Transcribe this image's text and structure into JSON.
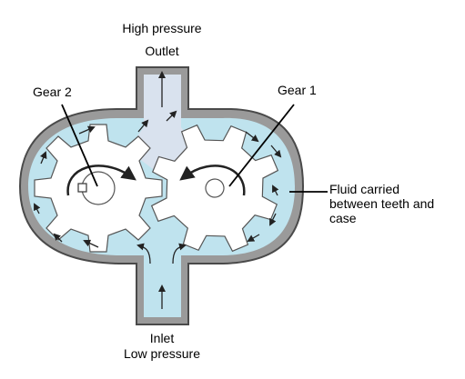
{
  "labels": {
    "high_pressure": "High pressure",
    "outlet": "Outlet",
    "gear2": "Gear 2",
    "gear1": "Gear 1",
    "fluid_line1": "Fluid carried",
    "fluid_line2": "between teeth and",
    "fluid_line3": "case",
    "inlet": "Inlet",
    "low_pressure": "Low pressure"
  },
  "colors": {
    "fluid": "#bfe3ee",
    "outlet_fluid": "#d9e2ee",
    "casing": "#9a9a9a",
    "casing_edge": "#4a4a4a",
    "gear": "#ffffff",
    "gear_edge": "#555555",
    "arrow": "#222222"
  }
}
